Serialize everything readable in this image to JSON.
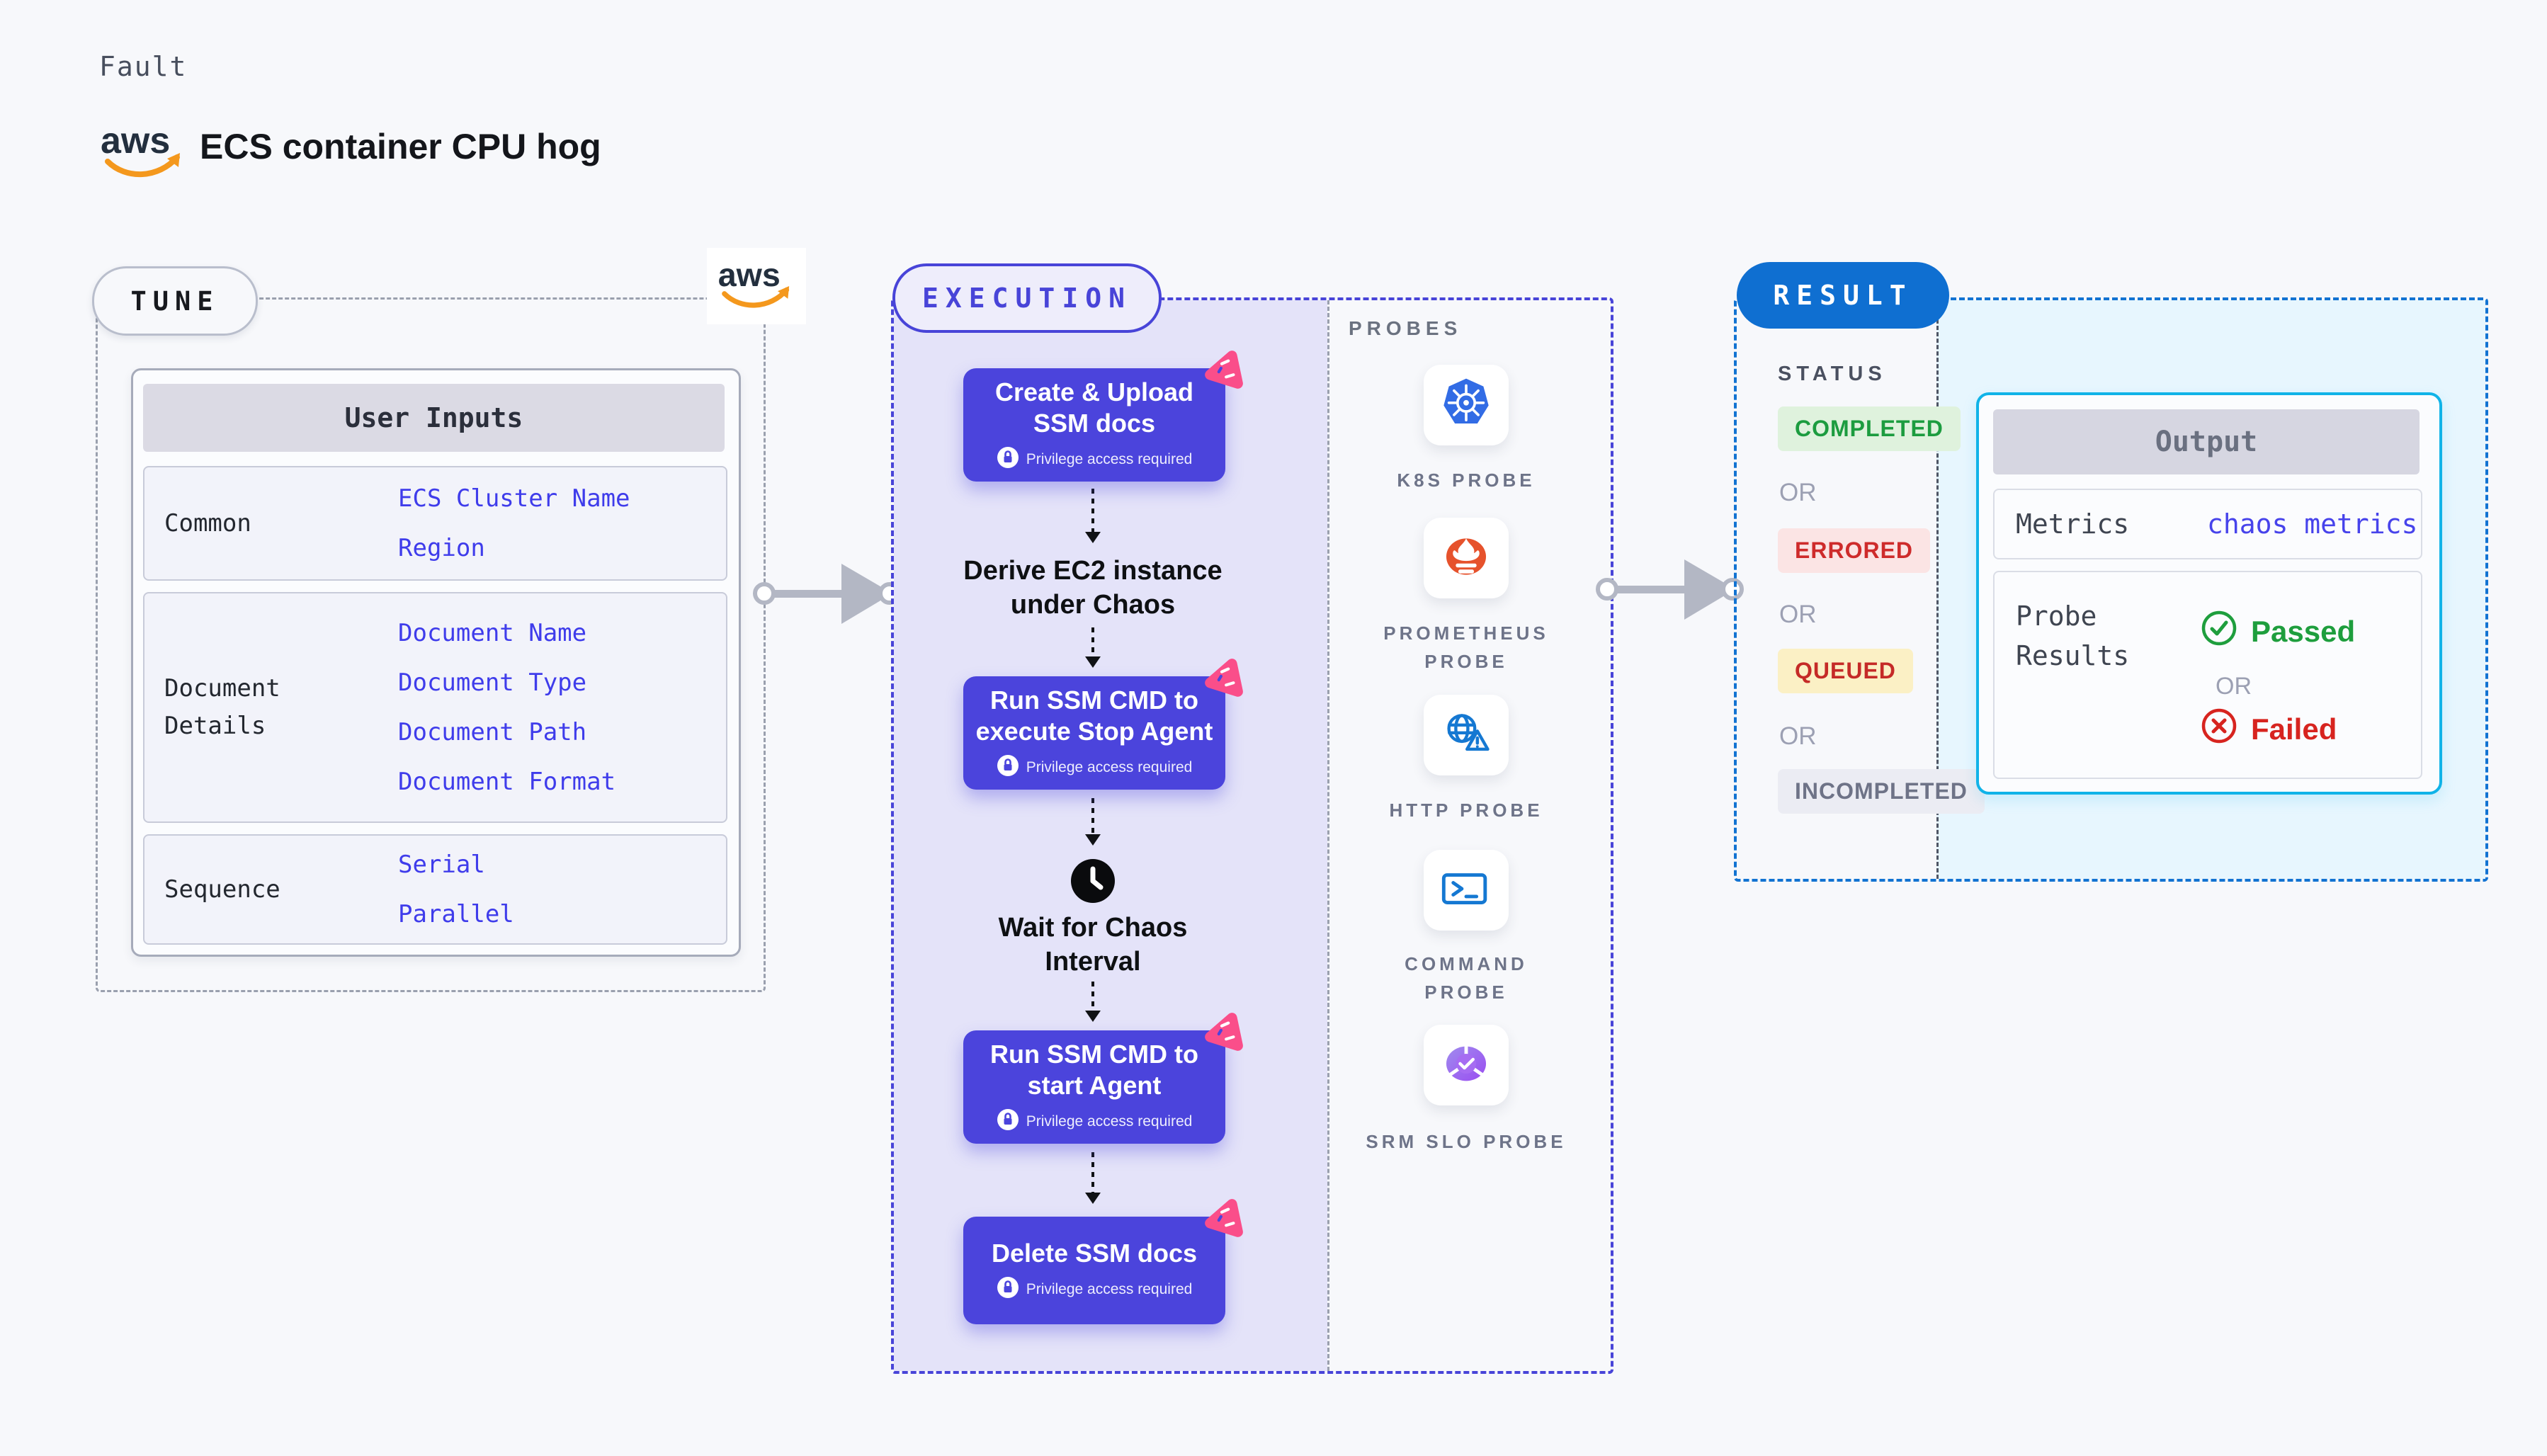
{
  "header": {
    "kicker": "Fault",
    "title": "ECS container CPU hog"
  },
  "tune": {
    "badge": "TUNE",
    "table_title": "User Inputs",
    "rows": [
      {
        "label": "Common",
        "values": [
          "ECS Cluster Name",
          "Region"
        ]
      },
      {
        "label": "Document Details",
        "values": [
          "Document Name",
          "Document Type",
          "Document Path",
          "Document Format"
        ]
      },
      {
        "label": "Sequence",
        "values": [
          "Serial",
          "Parallel"
        ]
      }
    ]
  },
  "execution": {
    "badge": "EXECUTION",
    "privilege_note": "Privilege access required",
    "steps": [
      {
        "type": "action",
        "title": "Create & Upload SSM docs"
      },
      {
        "type": "label",
        "title": "Derive EC2 instance under Chaos"
      },
      {
        "type": "action",
        "title": "Run SSM CMD to execute Stop Agent"
      },
      {
        "type": "wait",
        "title": "Wait for Chaos Interval"
      },
      {
        "type": "action",
        "title": "Run SSM CMD to start Agent"
      },
      {
        "type": "action",
        "title": "Delete SSM docs"
      }
    ]
  },
  "probes": {
    "heading": "PROBES",
    "items": [
      {
        "icon": "kubernetes-icon",
        "label": "K8S PROBE"
      },
      {
        "icon": "prometheus-icon",
        "label": "PROMETHEUS PROBE"
      },
      {
        "icon": "http-globe-icon",
        "label": "HTTP PROBE"
      },
      {
        "icon": "terminal-icon",
        "label": "COMMAND PROBE"
      },
      {
        "icon": "slo-donut-icon",
        "label": "SRM SLO PROBE"
      }
    ]
  },
  "result": {
    "badge": "RESULT",
    "status_heading": "STATUS",
    "or_label": "OR",
    "statuses": [
      {
        "label": "COMPLETED",
        "fg": "#1C9C3F",
        "bg": "#DFF2DD"
      },
      {
        "label": "ERRORED",
        "fg": "#CE2B2B",
        "bg": "#FBE4E4"
      },
      {
        "label": "QUEUED",
        "fg": "#C52A27",
        "bg": "#FBF0C5"
      },
      {
        "label": "INCOMPLETED",
        "fg": "#6E7387",
        "bg": "#EBECF3"
      }
    ],
    "output": {
      "title": "Output",
      "metrics_label": "Metrics",
      "metrics_value": "chaos metrics",
      "probe_results_label": "Probe Results",
      "passed_label": "Passed",
      "or_label": "OR",
      "failed_label": "Failed"
    }
  },
  "colors": {
    "page_bg": "#F7F8FB",
    "indigo_step": "#4B44DC",
    "indigo_border": "#4844D8",
    "lavender_panel": "#E4E3F9",
    "result_blue": "#0F6FD1",
    "cyan_border": "#10B3E8",
    "cyan_panel": "#E7F6FE",
    "value_blue": "#3F3CEB",
    "chaos_pink": "#FA4E8A",
    "aws_orange": "#F4981D",
    "passed_green": "#1E9E3D",
    "failed_red": "#D7241F"
  }
}
